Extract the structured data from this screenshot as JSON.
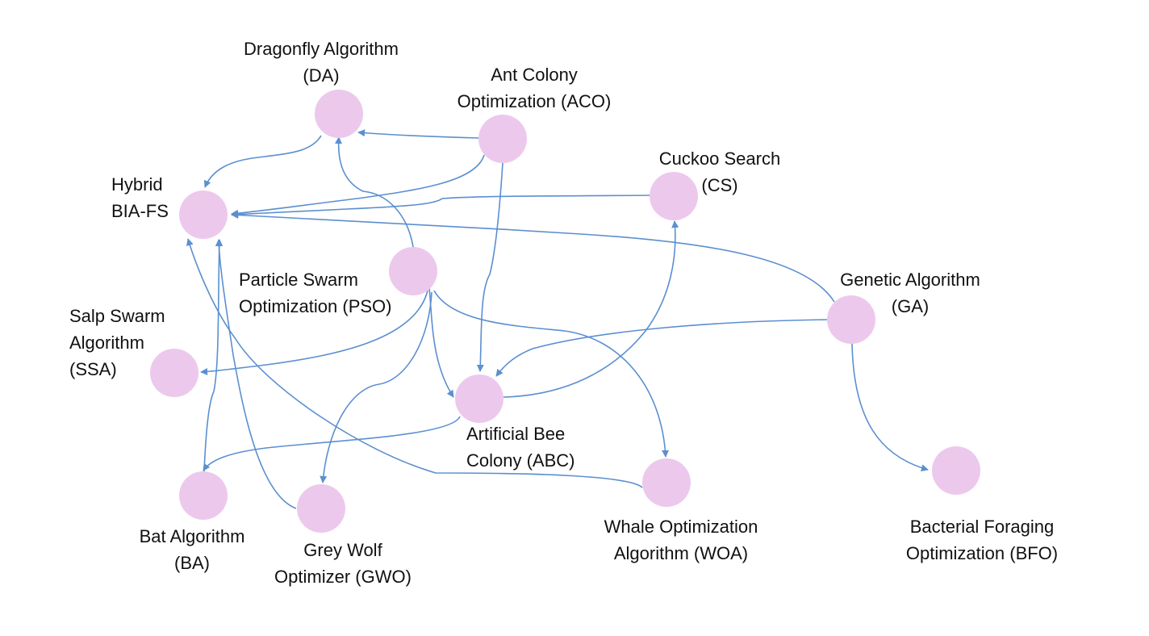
{
  "diagram": {
    "colors": {
      "node_fill": "#ecc9ec",
      "edge_color": "#5b8fd0",
      "text_color": "#111111"
    },
    "nodes": [
      {
        "id": "da",
        "label_lines": [
          "Dragonfly Algorithm",
          "(DA)"
        ]
      },
      {
        "id": "aco",
        "label_lines": [
          "Ant Colony",
          "Optimization (ACO)"
        ]
      },
      {
        "id": "cs",
        "label_lines": [
          "Cuckoo Search",
          "(CS)"
        ]
      },
      {
        "id": "hybrid",
        "label_lines": [
          "Hybrid",
          "BIA-FS"
        ]
      },
      {
        "id": "pso",
        "label_lines": [
          "Particle Swarm",
          "Optimization (PSO)"
        ]
      },
      {
        "id": "ga",
        "label_lines": [
          "Genetic Algorithm",
          "(GA)"
        ]
      },
      {
        "id": "ssa",
        "label_lines": [
          "Salp Swarm",
          "Algorithm",
          "(SSA)"
        ]
      },
      {
        "id": "abc",
        "label_lines": [
          "Artificial Bee",
          "Colony (ABC)"
        ]
      },
      {
        "id": "ba",
        "label_lines": [
          "Bat Algorithm",
          "(BA)"
        ]
      },
      {
        "id": "gwo",
        "label_lines": [
          "Grey Wolf",
          "Optimizer (GWO)"
        ]
      },
      {
        "id": "woa",
        "label_lines": [
          "Whale Optimization",
          "Algorithm (WOA)"
        ]
      },
      {
        "id": "bfo",
        "label_lines": [
          "Bacterial Foraging",
          "Optimization (BFO)"
        ]
      }
    ],
    "edges": [
      {
        "from": "aco",
        "to": "da"
      },
      {
        "from": "da",
        "to": "hybrid"
      },
      {
        "from": "aco",
        "to": "hybrid"
      },
      {
        "from": "cs",
        "to": "hybrid"
      },
      {
        "from": "ga",
        "to": "hybrid"
      },
      {
        "from": "pso",
        "to": "da"
      },
      {
        "from": "aco",
        "to": "abc"
      },
      {
        "from": "pso",
        "to": "ssa"
      },
      {
        "from": "pso",
        "to": "abc"
      },
      {
        "from": "pso",
        "to": "gwo"
      },
      {
        "from": "pso",
        "to": "woa"
      },
      {
        "from": "ga",
        "to": "abc"
      },
      {
        "from": "ga",
        "to": "bfo"
      },
      {
        "from": "abc",
        "to": "cs"
      },
      {
        "from": "abc",
        "to": "ba"
      },
      {
        "from": "ba",
        "to": "hybrid"
      },
      {
        "from": "gwo",
        "to": "hybrid"
      },
      {
        "from": "woa",
        "to": "hybrid"
      }
    ]
  }
}
